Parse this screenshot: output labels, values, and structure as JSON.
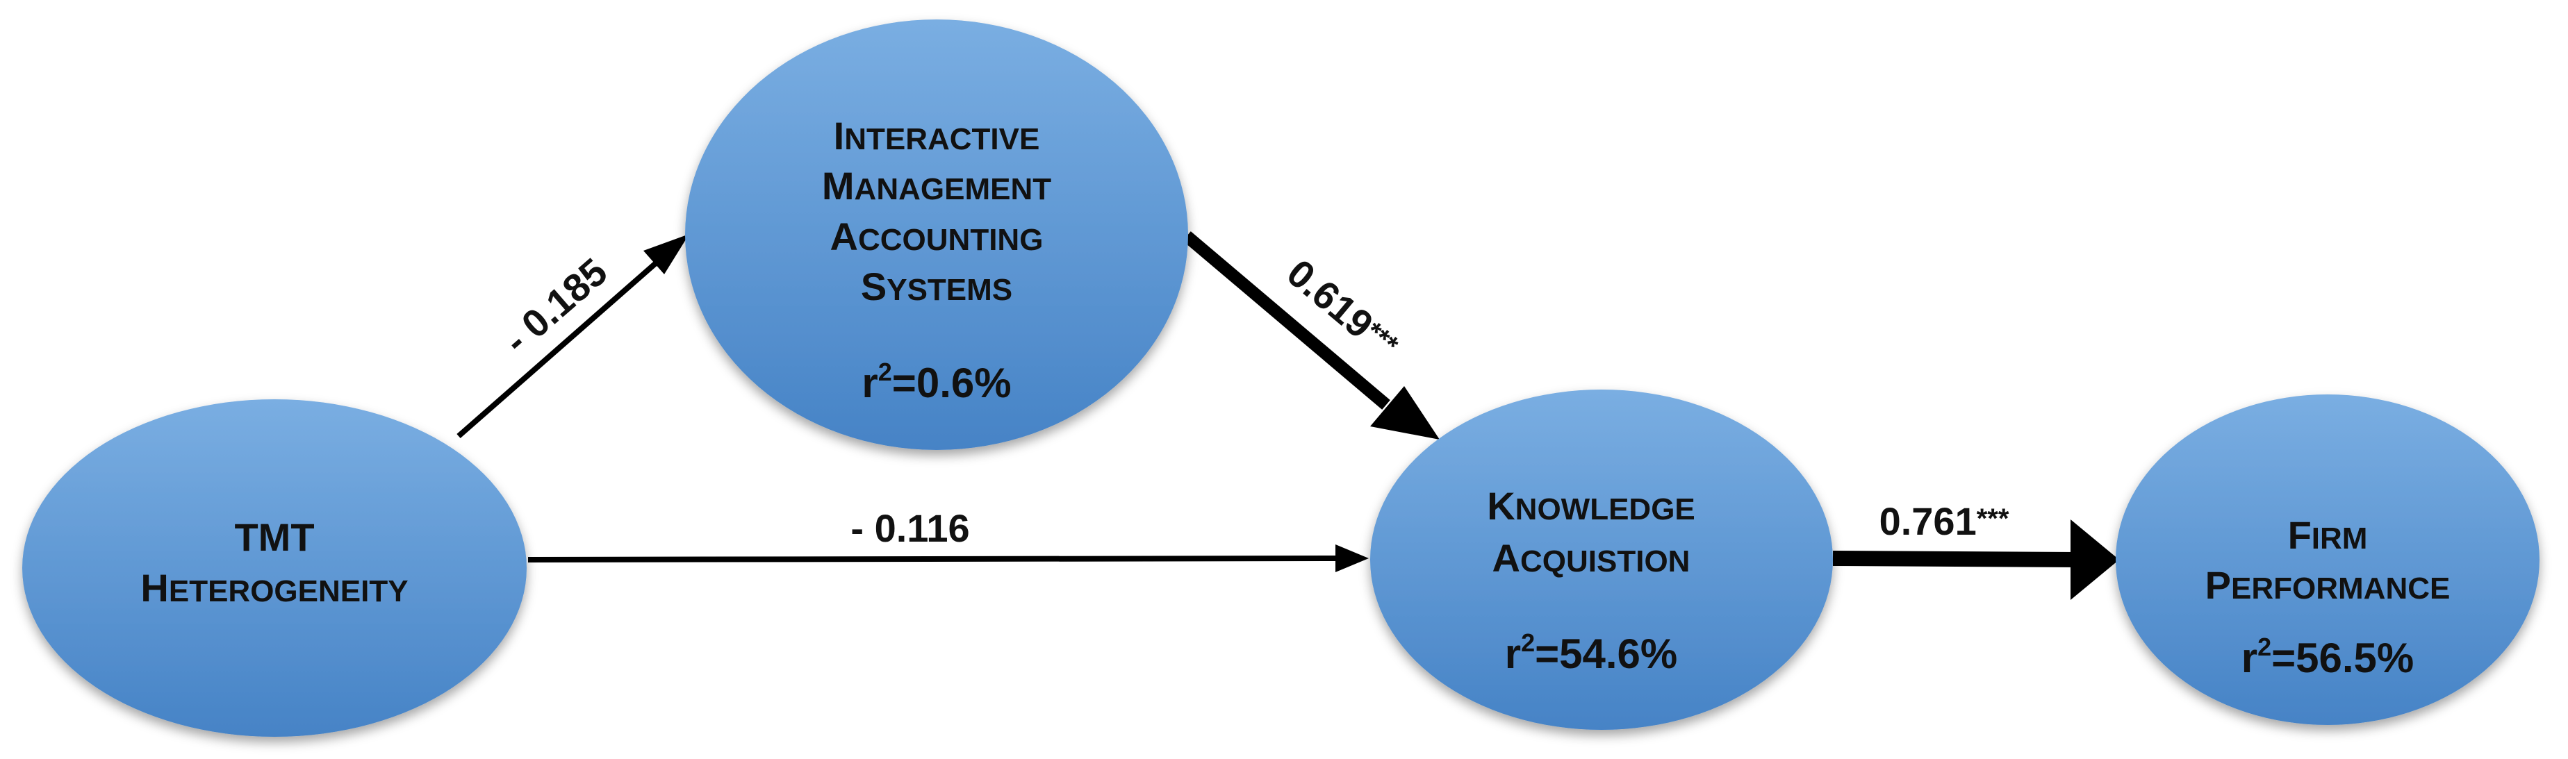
{
  "nodes": {
    "tmt": {
      "line1": "TMT",
      "line2_cap": "H",
      "line2_rest": "ETEROGENEITY"
    },
    "imas": {
      "lines": [
        {
          "cap": "I",
          "rest": "NTERACTIVE"
        },
        {
          "cap": "M",
          "rest": "ANAGEMENT"
        },
        {
          "cap": "A",
          "rest": "CCOUNTING"
        },
        {
          "cap": "S",
          "rest": "YSTEMS"
        }
      ],
      "r2_base": "r",
      "r2_exp": "2",
      "r2_value": "=0.6%"
    },
    "ka": {
      "lines": [
        {
          "cap": "K",
          "rest": "NOWLEDGE"
        },
        {
          "cap": "A",
          "rest": "CQUISTION"
        }
      ],
      "r2_base": "r",
      "r2_exp": "2",
      "r2_value": "=54.6%"
    },
    "fp": {
      "lines": [
        {
          "cap": "F",
          "rest": "IRM"
        },
        {
          "cap": "P",
          "rest": "ERFORMANCE"
        }
      ],
      "r2_base": "r",
      "r2_exp": "2",
      "r2_value": "=56.5%"
    }
  },
  "edges": {
    "tmt_imas": {
      "label": "- 0.185",
      "stars": ""
    },
    "tmt_ka": {
      "label": "- 0.116",
      "stars": ""
    },
    "imas_ka": {
      "label": "0.619",
      "stars": "***"
    },
    "ka_fp": {
      "label": "0.761",
      "stars": "***"
    }
  },
  "colors": {
    "ellipse_top": "#7aaee2",
    "ellipse_bottom": "#4a86c8",
    "arrow": "#000000"
  }
}
